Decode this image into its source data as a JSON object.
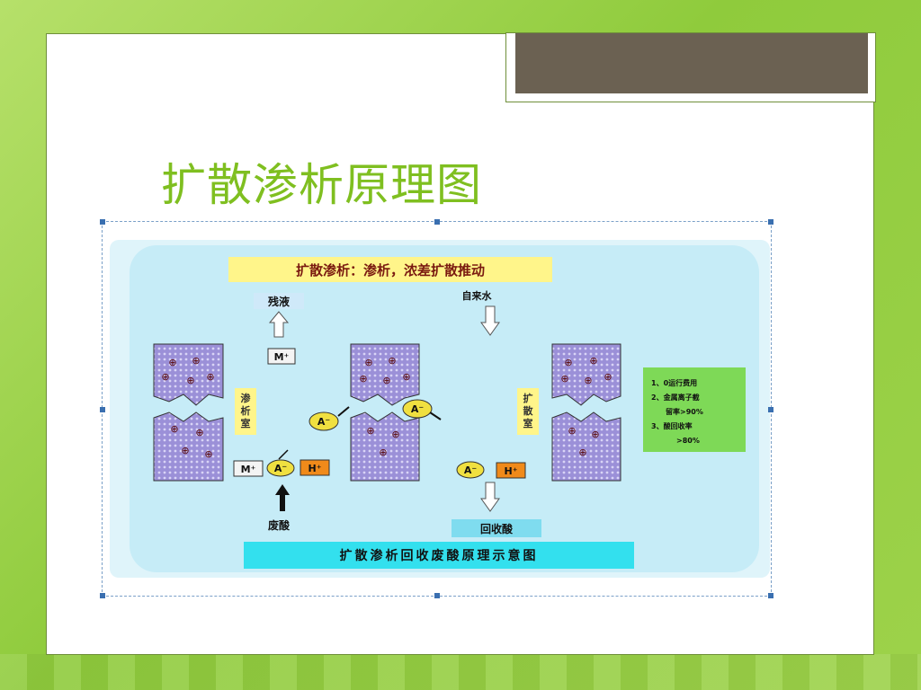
{
  "slide": {
    "title": "扩散渗析原理图"
  },
  "diagram": {
    "header": "扩散渗析：渗析，浓差扩散推动",
    "residual_label": "残液",
    "tap_water_label": "自来水",
    "dialysis_room_label_left": "渗析室",
    "dialysis_room_label_right": "扩散室",
    "waste_acid_label": "废酸",
    "recovered_acid_label": "回收酸",
    "caption": "扩散渗析回收废酸原理示意图",
    "ion_m": "M⁺",
    "ion_a": "A⁻",
    "ion_h": "H⁺",
    "membrane_charge": "⊕",
    "notes": [
      "1、0运行费用",
      "2、金属离子截",
      "留率>90%",
      "3、酸回收率",
      ">80%"
    ],
    "colors": {
      "panel_bg": "#c6ecf7",
      "membrane": "#9b90d8",
      "header_bg": "#fff58a",
      "notes_bg": "#7ed957",
      "caption_bg": "#33e0ee",
      "ion_a": "#f0e040",
      "ion_h": "#f08a1a"
    }
  }
}
